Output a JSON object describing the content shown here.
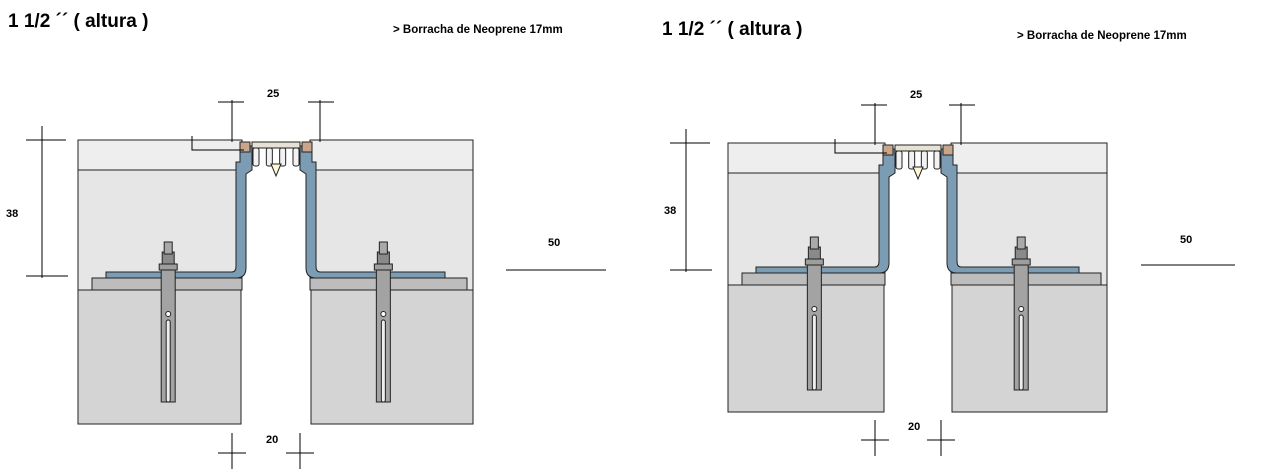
{
  "panels": [
    {
      "title": "1 1/2 ´´ ( altura )",
      "note": "> Borracha de Neoprene 17mm",
      "dim_top": "25",
      "dim_left": "38",
      "dim_right": "50",
      "dim_bottom": "20"
    },
    {
      "title": "1 1/2 ´´ ( altura )",
      "note": "> Borracha de Neoprene 17mm",
      "dim_top": "25",
      "dim_left": "38",
      "dim_right": "50",
      "dim_bottom": "20"
    }
  ],
  "colors": {
    "profile": "#7c9cb4",
    "upper_fill": "#eeeeee",
    "lower_fill": "#d4d4d4",
    "plate": "#bdbdbd",
    "outline": "#222222",
    "neoprene": "#c9a58a"
  }
}
